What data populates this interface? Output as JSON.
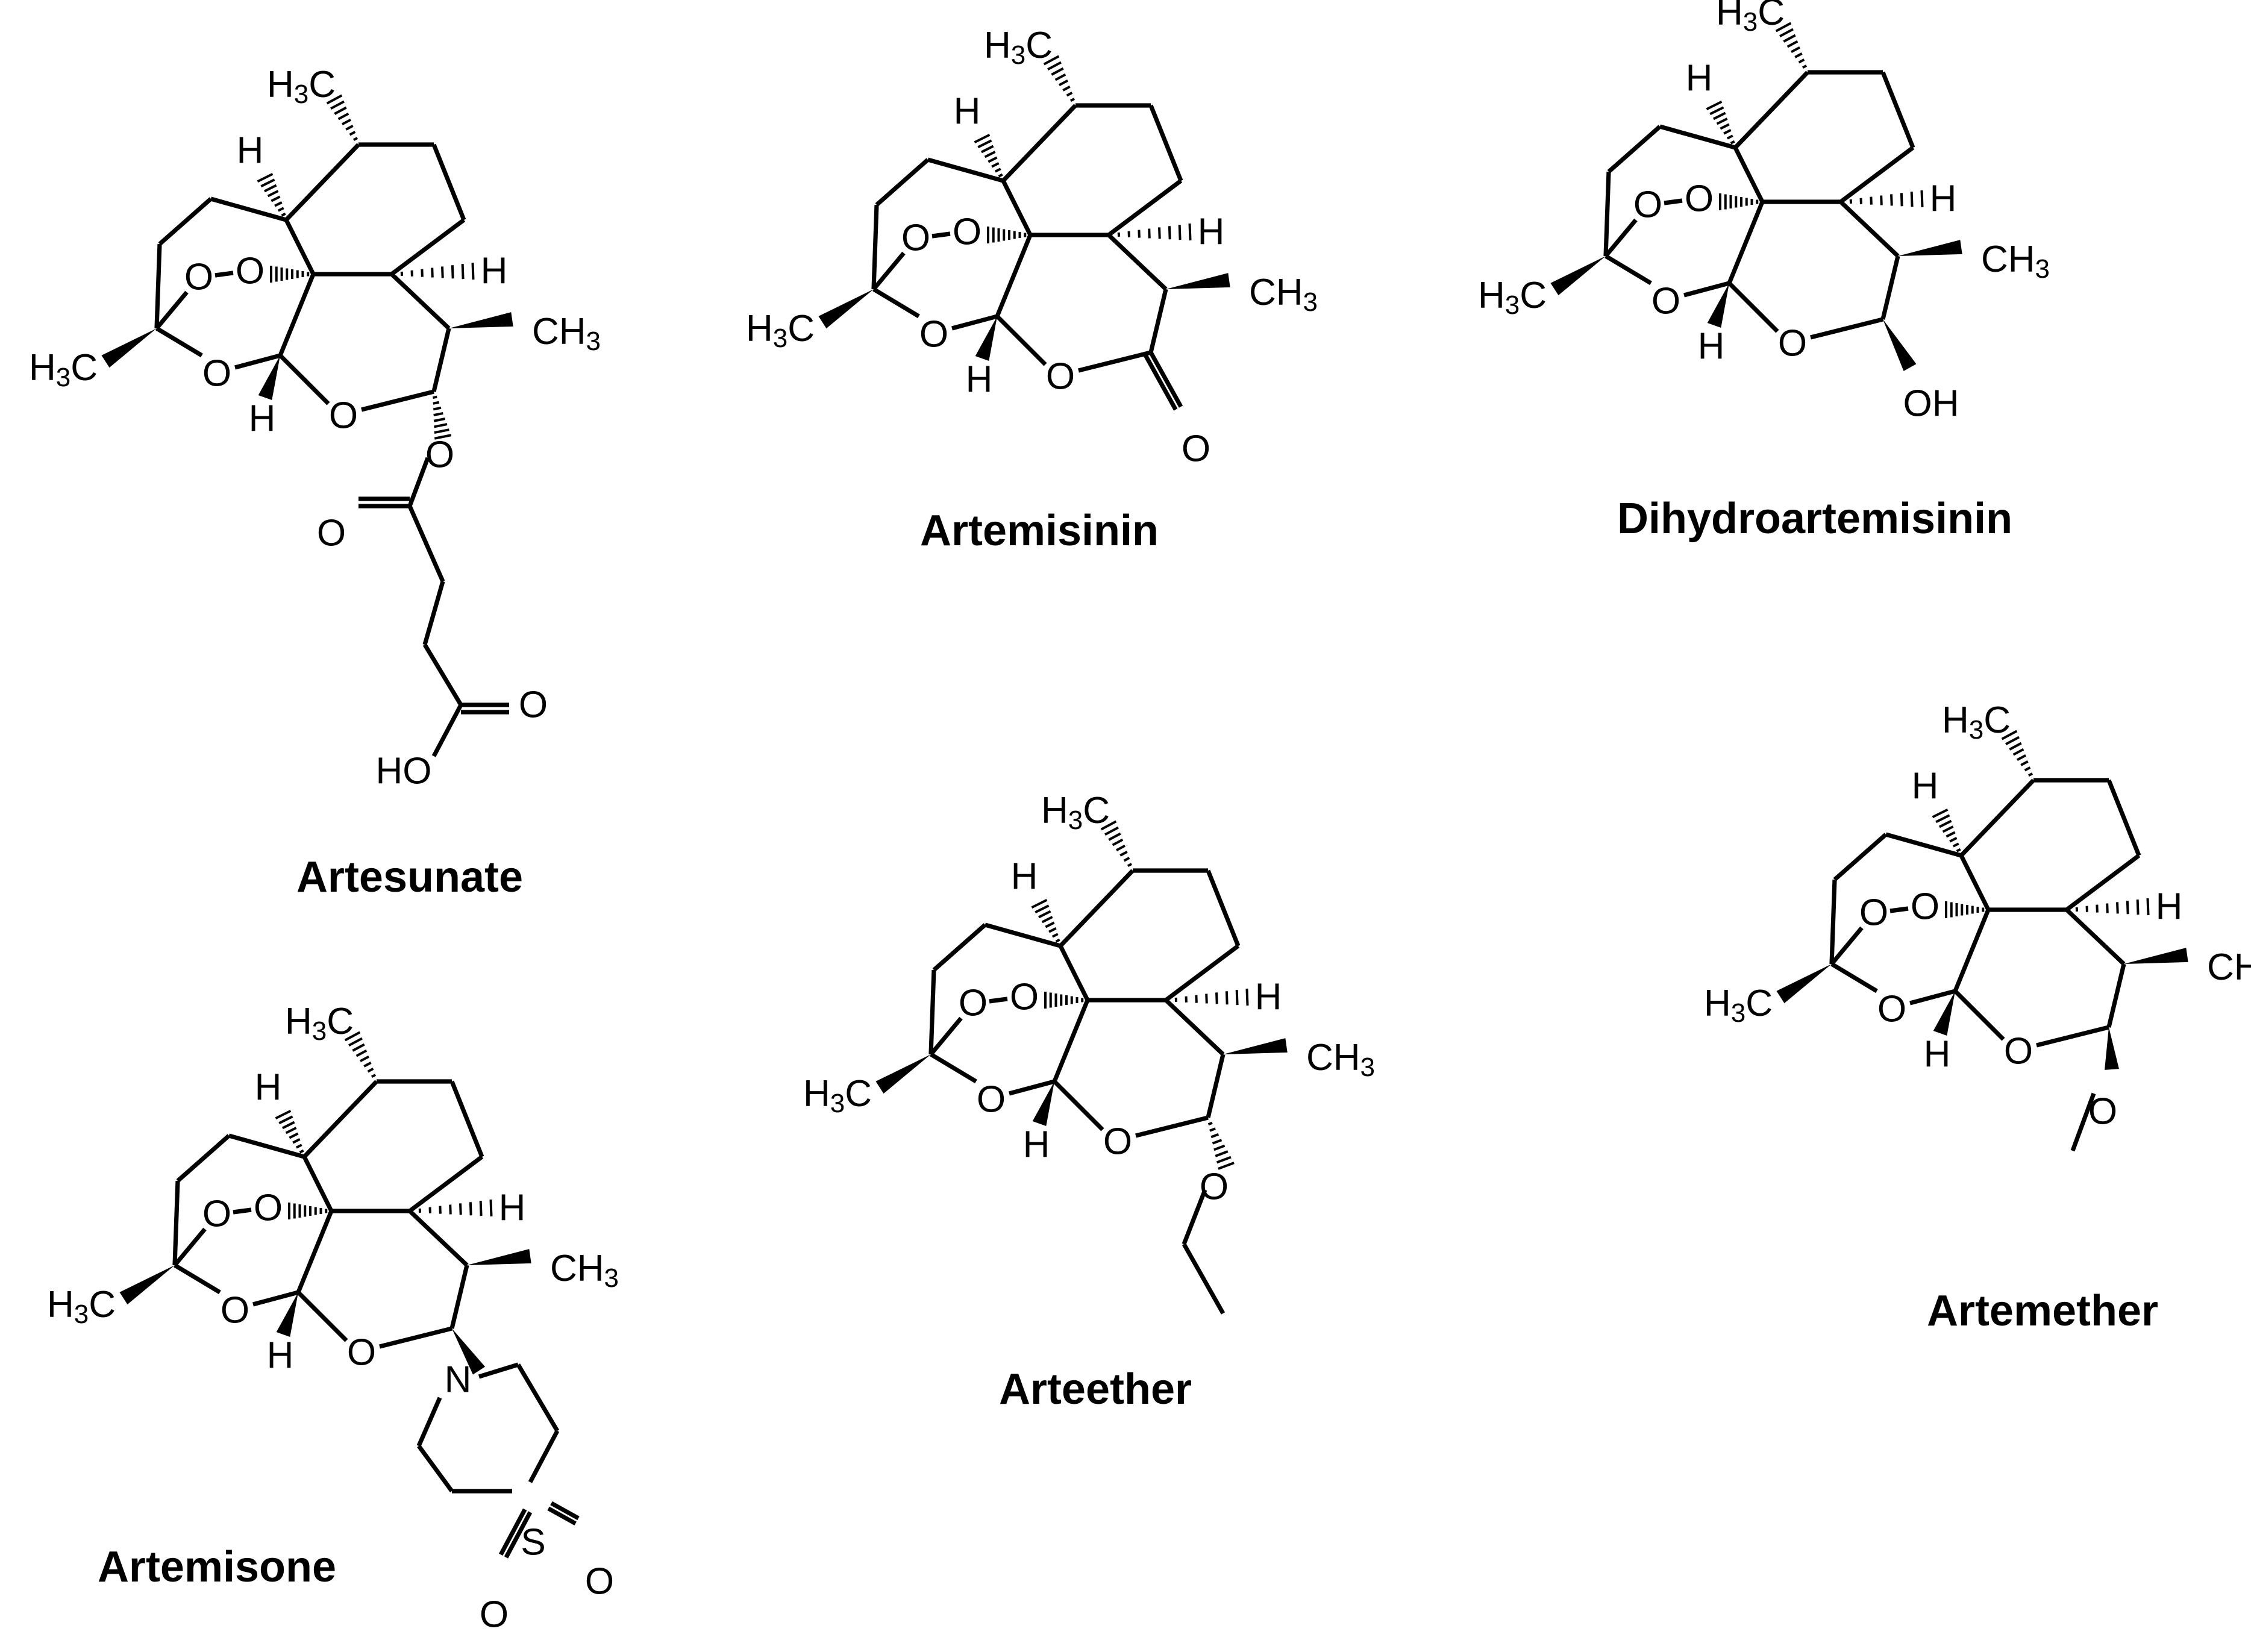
{
  "compounds": [
    {
      "name": "Artesunate"
    },
    {
      "name": "Artemisinin"
    },
    {
      "name": "Dihydroartemisinin"
    },
    {
      "name": "Artemisone"
    },
    {
      "name": "Arteether"
    },
    {
      "name": "Artemether"
    }
  ],
  "atom_labels": {
    "methyl": "H₃C",
    "methyl_right": "CH₃",
    "hydrogen": "H",
    "oxygen": "O",
    "hydroxyl": "OH",
    "hydroxyl_left": "HO",
    "nitrogen": "N",
    "sulfur": "S"
  },
  "colors": {
    "ink": "#000000",
    "background": "#ffffff"
  }
}
